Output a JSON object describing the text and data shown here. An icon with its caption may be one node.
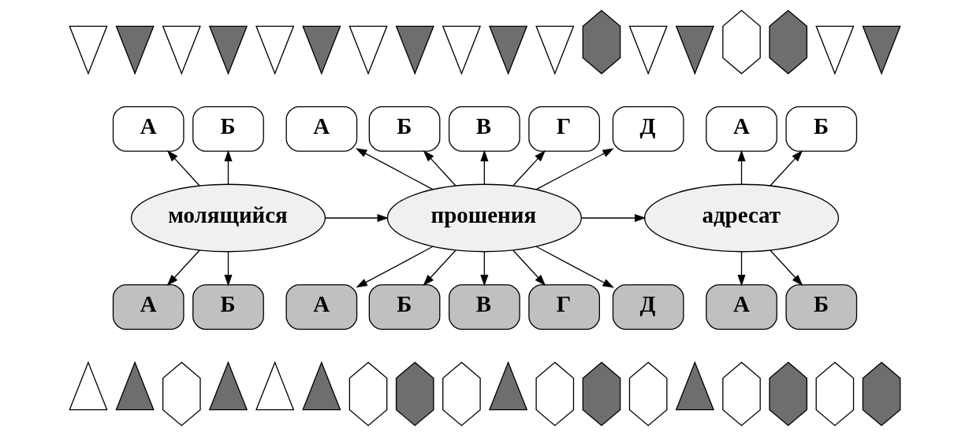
{
  "diagram": {
    "nodes": [
      {
        "text": [
          "А"
        ]
      },
      {
        "text": [
          "Б"
        ]
      },
      {
        "text": [
          "А"
        ]
      },
      {
        "text": [
          "Б"
        ]
      },
      {
        "text": [
          "В"
        ]
      },
      {
        "text": [
          "Г"
        ]
      },
      {
        "text": [
          "Д"
        ]
      },
      {
        "text": [
          "А"
        ]
      },
      {
        "text": [
          "Б"
        ]
      },
      {
        "text": [
          "молящийся"
        ]
      },
      {
        "text": [
          "прошения"
        ]
      },
      {
        "text": [
          "адресат"
        ]
      },
      {
        "text": [
          "А"
        ]
      },
      {
        "text": [
          "Б"
        ]
      },
      {
        "text": [
          "А"
        ]
      },
      {
        "text": [
          "Б"
        ]
      },
      {
        "text": [
          "В"
        ]
      },
      {
        "text": [
          "Г"
        ]
      },
      {
        "text": [
          "Д"
        ]
      },
      {
        "text": [
          "А"
        ]
      },
      {
        "text": [
          "Б"
        ]
      },
      {
        "text": [],
        "shape": "triangle"
      },
      {
        "text": [],
        "shape": "triangle"
      },
      {
        "text": [],
        "shape": "triangle"
      },
      {
        "text": [],
        "shape": "triangle"
      },
      {
        "text": [],
        "shape": "triangle"
      },
      {
        "text": [],
        "shape": "triangle"
      },
      {
        "text": [],
        "shape": "triangle"
      },
      {
        "text": [],
        "shape": "triangle"
      },
      {
        "text": [],
        "shape": "triangle"
      },
      {
        "text": [],
        "shape": "triangle"
      },
      {
        "text": [],
        "shape": "triangle"
      },
      {
        "text": [],
        "shape": "hexagon"
      },
      {
        "text": [],
        "shape": "triangle"
      },
      {
        "text": [],
        "shape": "triangle"
      },
      {
        "text": [],
        "shape": "hexagon"
      },
      {
        "text": [],
        "shape": "hexagon"
      },
      {
        "text": [],
        "shape": "triangle"
      },
      {
        "text": [],
        "shape": "triangle"
      },
      {
        "text": [],
        "shape": "triangle"
      },
      {
        "text": [],
        "shape": "triangle"
      },
      {
        "text": [],
        "shape": "hexagon"
      },
      {
        "text": [],
        "shape": "triangle"
      },
      {
        "text": [],
        "shape": "triangle"
      },
      {
        "text": [],
        "shape": "triangle"
      },
      {
        "text": [],
        "shape": "hexagon"
      },
      {
        "text": [],
        "shape": "hexagon"
      },
      {
        "text": [],
        "shape": "hexagon"
      },
      {
        "text": [],
        "shape": "triangle"
      },
      {
        "text": [],
        "shape": "hexagon"
      },
      {
        "text": [],
        "shape": "hexagon"
      },
      {
        "text": [],
        "shape": "hexagon"
      },
      {
        "text": [],
        "shape": "triangle"
      },
      {
        "text": [],
        "shape": "hexagon"
      },
      {
        "text": [],
        "shape": "hexagon"
      },
      {
        "text": [],
        "shape": "hexagon"
      },
      {
        "text": [],
        "shape": "hexagon"
      }
    ],
    "edges": [
      {
        "from": 9,
        "to": 0,
        "arrow": "to"
      },
      {
        "from": 9,
        "to": 1,
        "arrow": "to"
      },
      {
        "from": 10,
        "to": 2,
        "arrow": "to"
      },
      {
        "from": 10,
        "to": 3,
        "arrow": "to"
      },
      {
        "from": 10,
        "to": 4,
        "arrow": "to"
      },
      {
        "from": 10,
        "to": 5,
        "arrow": "to"
      },
      {
        "from": 10,
        "to": 6,
        "arrow": "to"
      },
      {
        "from": 11,
        "to": 7,
        "arrow": "to"
      },
      {
        "from": 11,
        "to": 8,
        "arrow": "to"
      },
      {
        "from": 9,
        "to": 10,
        "arrow": "to"
      },
      {
        "from": 10,
        "to": 11,
        "arrow": "to"
      },
      {
        "from": 9,
        "to": 12,
        "arrow": "to"
      },
      {
        "from": 9,
        "to": 13,
        "arrow": "to"
      },
      {
        "from": 10,
        "to": 14,
        "arrow": "to"
      },
      {
        "from": 10,
        "to": 15,
        "arrow": "to"
      },
      {
        "from": 10,
        "to": 16,
        "arrow": "to"
      },
      {
        "from": 10,
        "to": 17,
        "arrow": "to"
      },
      {
        "from": 10,
        "to": 18,
        "arrow": "to"
      },
      {
        "from": 11,
        "to": 19,
        "arrow": "to"
      },
      {
        "from": 11,
        "to": 20,
        "arrow": "to"
      }
    ]
  }
}
